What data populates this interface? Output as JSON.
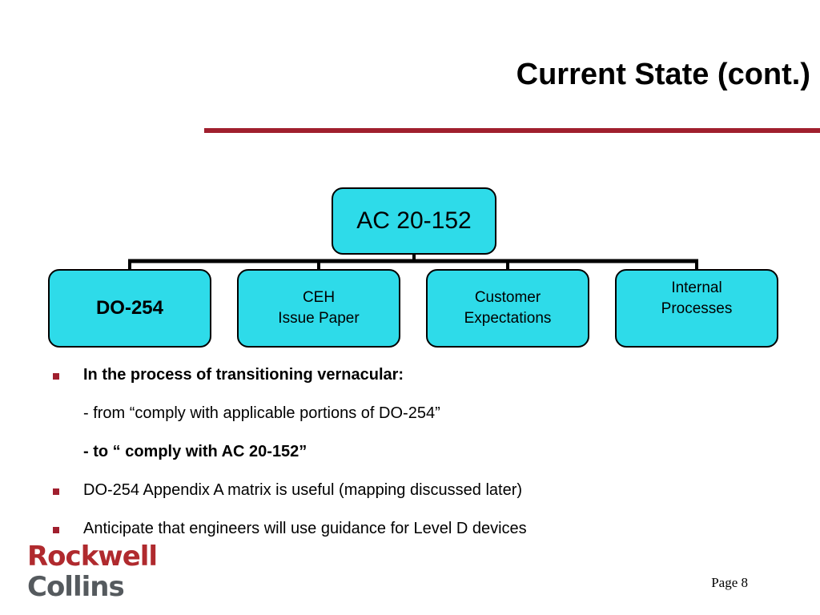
{
  "title": "Current State (cont.)",
  "colors": {
    "accent": "#a01f2e",
    "box_fill": "#2edbe9",
    "logo_top": "#b02a2e",
    "logo_bottom": "#555a5e"
  },
  "diagram": {
    "root": [
      "AC 20-152"
    ],
    "children": [
      [
        "DO-254"
      ],
      [
        "CEH",
        "Issue Paper"
      ],
      [
        "Customer",
        "Expectations"
      ],
      [
        "Internal",
        "Processes"
      ]
    ]
  },
  "bullets": [
    {
      "text": "In the process of transitioning vernacular:",
      "sub": [
        "- from “comply with applicable portions of DO-254”",
        "- to “ comply with AC 20-152”"
      ]
    },
    {
      "text": "DO-254 Appendix A matrix is useful (mapping discussed later)"
    },
    {
      "text": "Anticipate that engineers will use guidance for Level D devices"
    }
  ],
  "logo": [
    "Rockwell",
    "Collins"
  ],
  "footer": {
    "page": "Page 8"
  }
}
